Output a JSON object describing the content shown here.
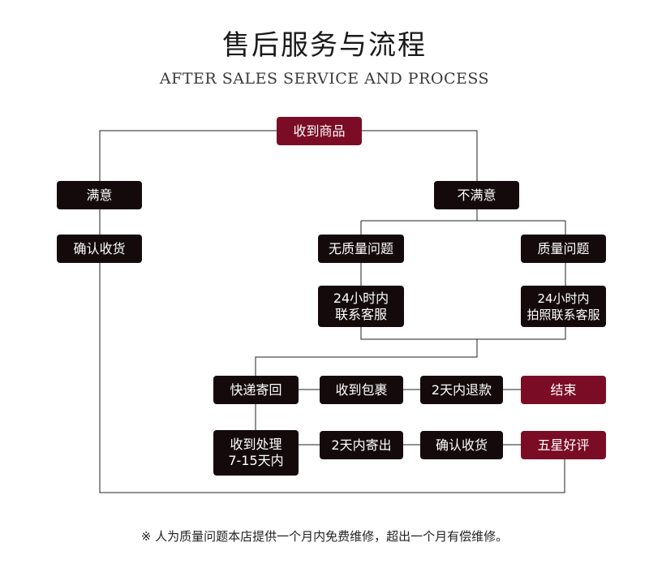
{
  "header": {
    "title": "售后服务与流程",
    "subtitle": "AFTER SALES SERVICE AND PROCESS"
  },
  "nodes": {
    "receive": "收到商品",
    "satisfied": "满意",
    "unsatisfied": "不满意",
    "confirm_receipt_left": "确认收货",
    "no_quality_issue": "无质量问题",
    "quality_issue": "质量问题",
    "contact_24h_line1": "24小时内",
    "contact_24h_line2": "联系客服",
    "photo_contact_line1": "24小时内",
    "photo_contact_line2": "拍照联系客服",
    "express_return": "快递寄回",
    "package_received": "收到包裹",
    "refund_2days": "2天内退款",
    "end": "结束",
    "process_line1": "收到处理",
    "process_line2": "7-15天内",
    "ship_2days": "2天内寄出",
    "confirm_receipt_right": "确认收货",
    "five_star": "五星好评"
  },
  "colors": {
    "node_dark": "#140a0c",
    "node_accent": "#7a0d25",
    "line": "#222222"
  },
  "footnote": "※ 人为质量问题本店提供一个月内免费维修，超出一个月有偿维修。"
}
